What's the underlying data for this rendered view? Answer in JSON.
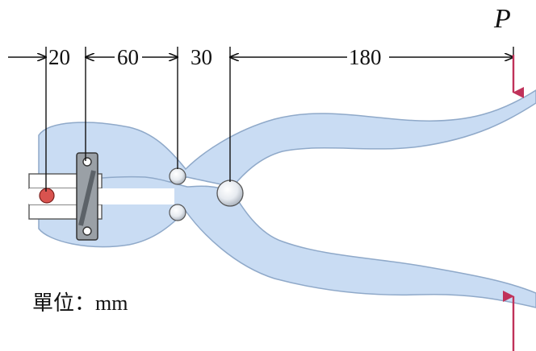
{
  "force_label": "P",
  "dimensions": [
    "20",
    "60",
    "30",
    "180"
  ],
  "unit_label": "單位：mm",
  "colors": {
    "handle_fill": "#c9dcf3",
    "handle_edge": "#8fa9c9",
    "arrow_red": "#c0325a",
    "pin_red": "#d9534f",
    "metal": "#9aa0a6",
    "line": "#111111"
  }
}
